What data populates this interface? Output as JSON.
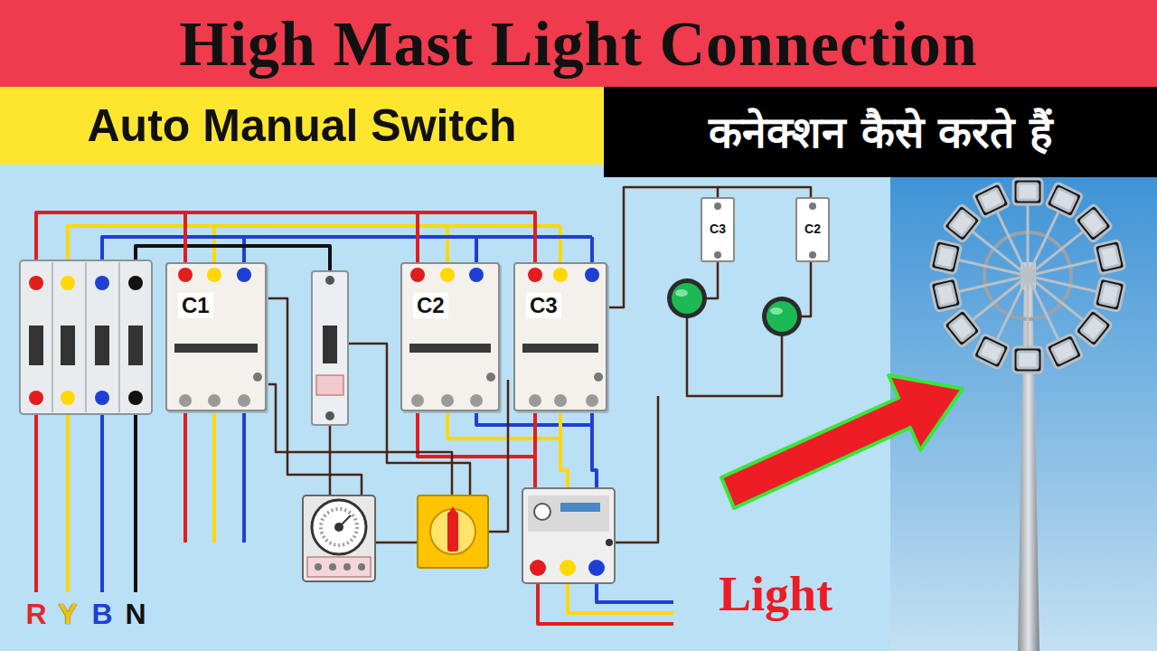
{
  "diagram": {
    "title": "High Mast Light Connection",
    "nodes": [
      {
        "text": [
          "Auto Manual Switch"
        ]
      },
      {
        "text": [
          "कनेक्शन कैसे करते हैं"
        ]
      },
      {
        "text": [
          "C1"
        ]
      },
      {
        "text": [
          "C2"
        ]
      },
      {
        "text": [
          "C3"
        ]
      },
      {
        "text": [
          "C3"
        ]
      },
      {
        "text": [
          "C2"
        ]
      }
    ],
    "edges": [
      {
        "from": 2,
        "to": 3,
        "arrow": "none"
      },
      {
        "from": 3,
        "to": 4,
        "arrow": "none"
      }
    ],
    "labels": [
      "R",
      "Y",
      "B",
      "N",
      "Light"
    ]
  }
}
